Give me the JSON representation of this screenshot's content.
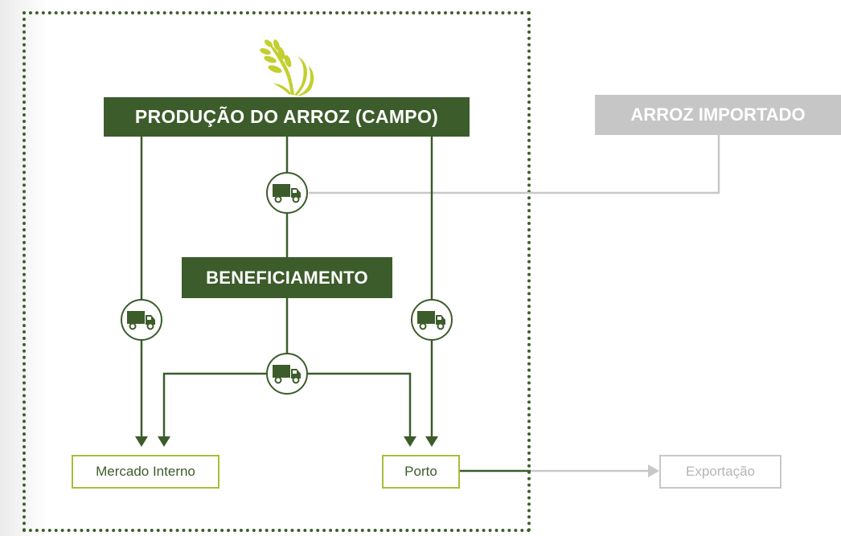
{
  "labels": {
    "producao": "PRODUÇÃO DO ARROZ (CAMPO)",
    "importado": "ARROZ IMPORTADO",
    "beneficiamento": "BENEFICIAMENTO",
    "mercado_interno": "Mercado Interno",
    "porto": "Porto",
    "exportacao": "Exportação"
  },
  "icons": {
    "truck": "truck-icon",
    "wheat": "wheat-icon"
  },
  "colors": {
    "dark_green": "#3c5c2b",
    "olive": "#a9bd3a",
    "grey": "#c6c6c6",
    "wheat": "#c2cf2e"
  }
}
